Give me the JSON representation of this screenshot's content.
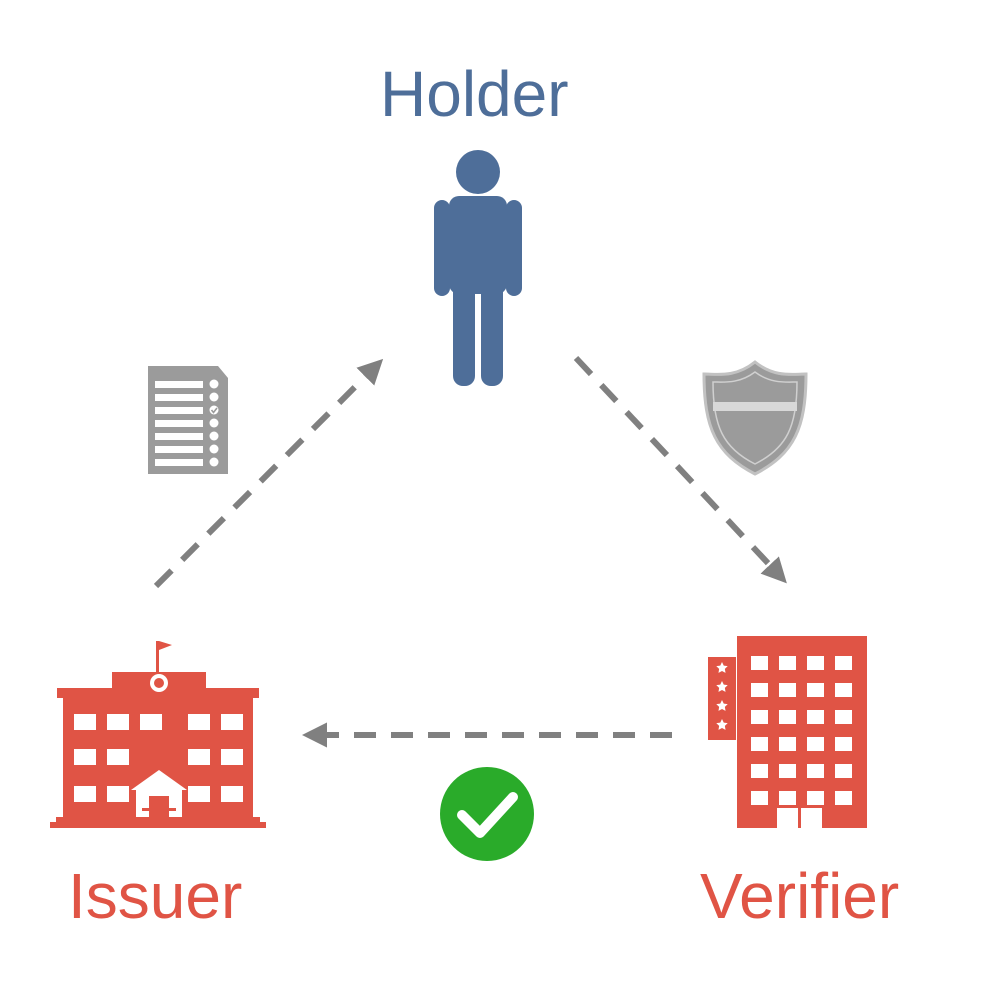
{
  "roles": {
    "holder": {
      "label": "Holder",
      "icon": "person-icon"
    },
    "issuer": {
      "label": "Issuer",
      "icon": "school-building-icon"
    },
    "verifier": {
      "label": "Verifier",
      "icon": "hotel-building-icon"
    }
  },
  "flows": [
    {
      "from": "Issuer",
      "to": "Holder",
      "icon": "credential-document-icon"
    },
    {
      "from": "Holder",
      "to": "Verifier",
      "icon": "badge-shield-icon"
    },
    {
      "from": "Verifier",
      "to": "Issuer",
      "icon": "check-circle-icon"
    }
  ],
  "colors": {
    "holder": "#4e6e99",
    "organization": "#e05445",
    "arrow": "#808080",
    "flow_icon": "#9b9b9b",
    "check": "#2aab2a"
  }
}
